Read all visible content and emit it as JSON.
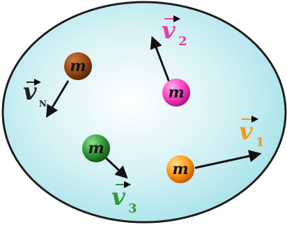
{
  "diagram": {
    "particles": [
      {
        "id": "brown",
        "mass_label": "m",
        "color": "#9b4a12",
        "velocity_symbol": "v",
        "velocity_subscript": "N",
        "label_color": "#222222"
      },
      {
        "id": "pink",
        "mass_label": "m",
        "color": "#ff3fc4",
        "velocity_symbol": "v",
        "velocity_subscript": "2",
        "label_color": "#ee3aa8"
      },
      {
        "id": "green",
        "mass_label": "m",
        "color": "#2e9b35",
        "velocity_symbol": "v",
        "velocity_subscript": "3",
        "label_color": "#2e9b35"
      },
      {
        "id": "orange",
        "mass_label": "m",
        "color": "#ff9a12",
        "velocity_symbol": "v",
        "velocity_subscript": "1",
        "label_color": "#f29a1a"
      }
    ],
    "container_color": "#aee6ec",
    "arrow_color": "#111111"
  }
}
